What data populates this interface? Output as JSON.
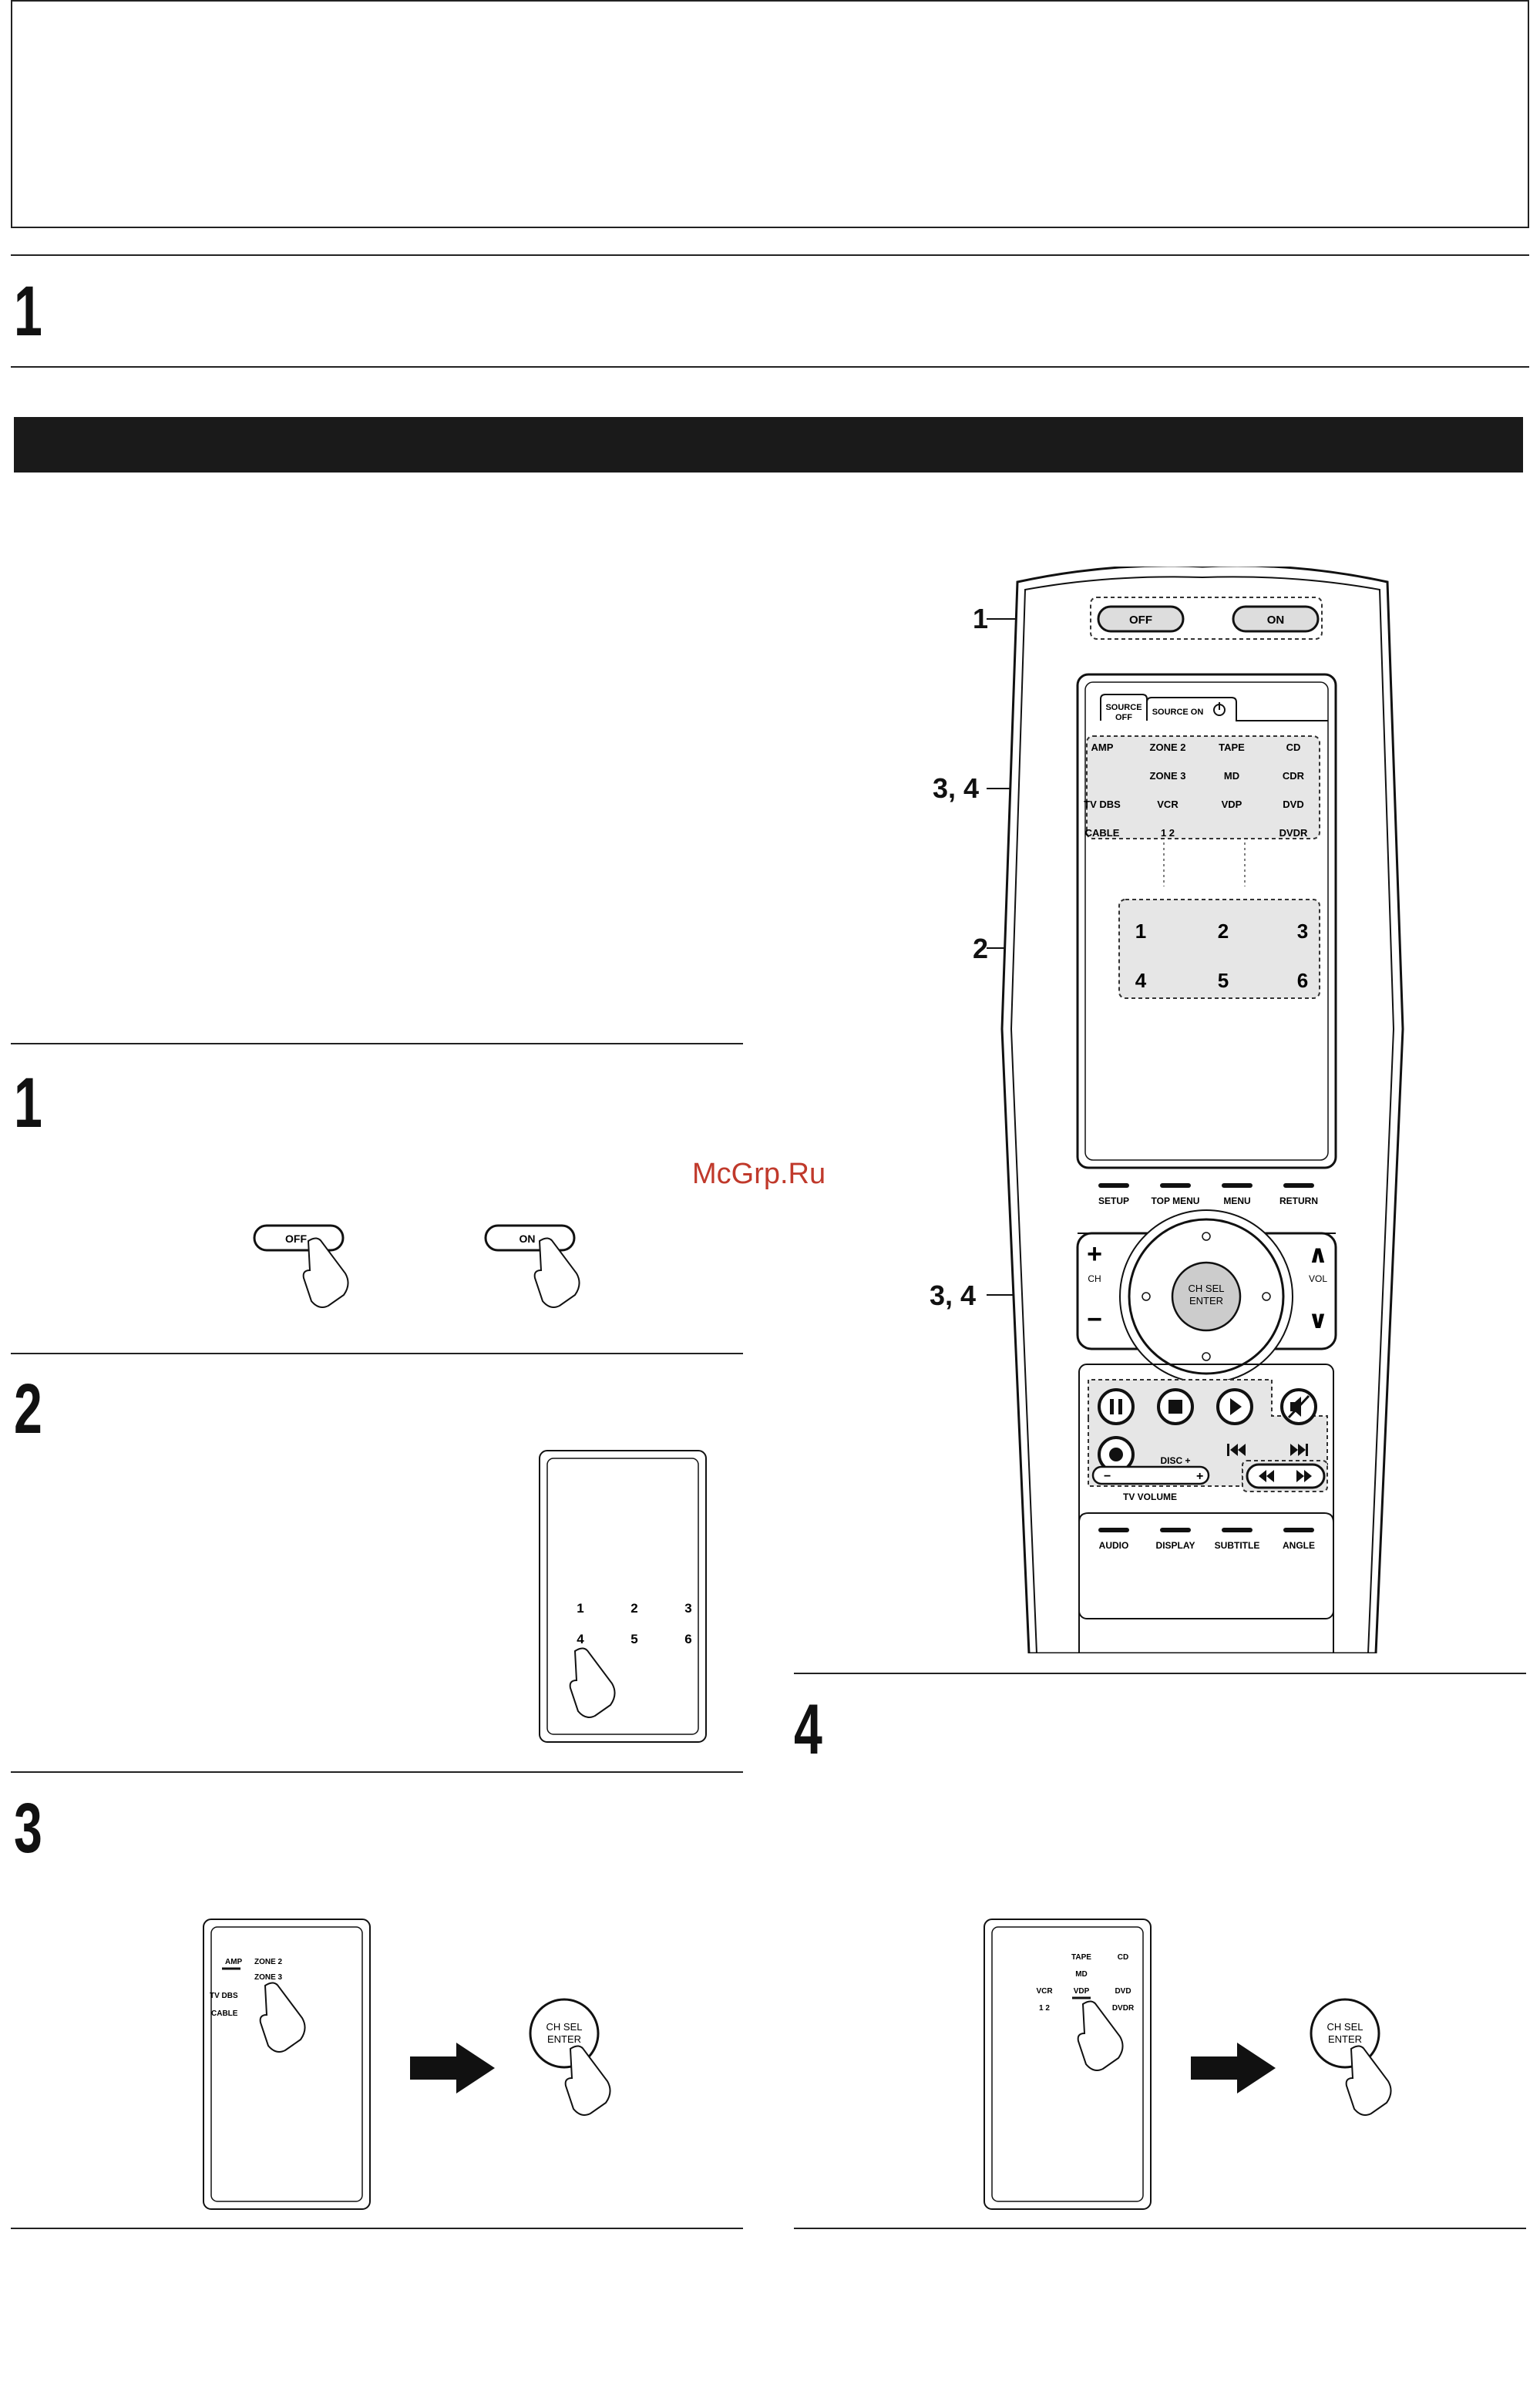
{
  "header": {
    "step1_number": "1"
  },
  "watermark": "McGrp.Ru",
  "remote": {
    "power_off": "OFF",
    "power_on": "ON",
    "tab_source_off_line1": "SOURCE",
    "tab_source_off_line2": "OFF",
    "tab_source_on": "SOURCE ON",
    "sources": [
      [
        "AMP",
        "ZONE 2",
        "TAPE",
        "CD"
      ],
      [
        "",
        "ZONE 3",
        "MD",
        "CDR"
      ],
      [
        "TV DBS",
        "VCR",
        "VDP",
        "DVD"
      ],
      [
        "CABLE",
        "1 2",
        "",
        "DVDR"
      ]
    ],
    "numbers": [
      "1",
      "2",
      "3",
      "4",
      "5",
      "6"
    ],
    "menu_buttons": [
      "SETUP",
      "TOP MENU",
      "MENU",
      "RETURN"
    ],
    "ch_label": "CH",
    "vol_label": "VOL",
    "plus": "+",
    "minus": "−",
    "up": "∧",
    "down": "∨",
    "enter_line1": "CH SEL",
    "enter_line2": "ENTER",
    "disc_plus": "DISC +",
    "tv_volume": "TV VOLUME",
    "bottom_buttons": [
      "AUDIO",
      "DISPLAY",
      "SUBTITLE",
      "ANGLE"
    ]
  },
  "callouts": {
    "c1": "1",
    "c34_top": "3, 4",
    "c2": "2",
    "c34_enter": "3, 4"
  },
  "steps": {
    "s1": "1",
    "s2": "2",
    "s3": "3",
    "s4": "4"
  },
  "step1_fig": {
    "off": "OFF",
    "on": "ON"
  },
  "step2_fig": {
    "numbers": [
      "1",
      "2",
      "3",
      "4",
      "5",
      "6"
    ]
  },
  "step3_fig": {
    "amp": "AMP",
    "zone2": "ZONE 2",
    "zone3": "ZONE 3",
    "tvdbs": "TV DBS",
    "cable": "CABLE",
    "enter_line1": "CH SEL",
    "enter_line2": "ENTER"
  },
  "step4_fig": {
    "tape": "TAPE",
    "cd": "CD",
    "md": "MD",
    "vcr": "VCR",
    "vdp": "VDP",
    "dvd": "DVD",
    "n12": "1 2",
    "dvdr": "DVDR",
    "enter_line1": "CH SEL",
    "enter_line2": "ENTER"
  }
}
